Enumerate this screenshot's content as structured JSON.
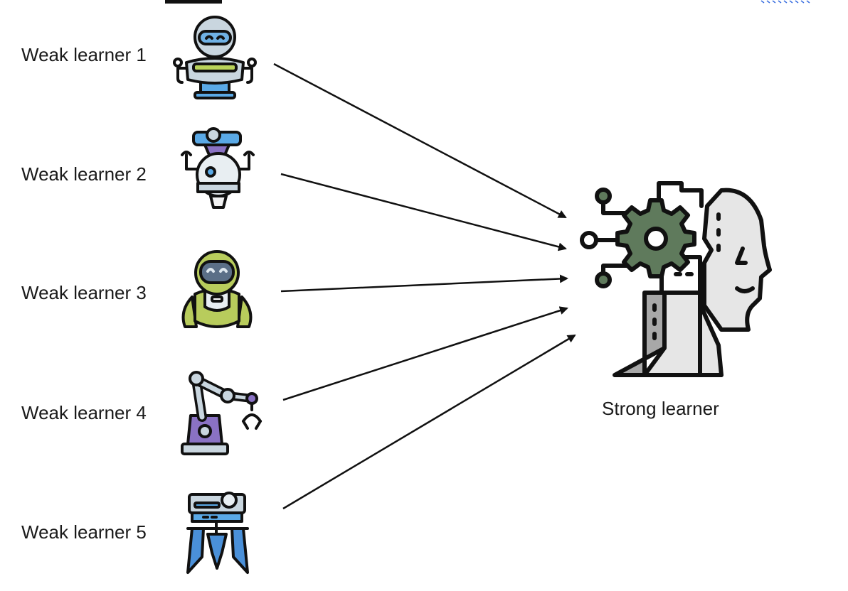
{
  "weak_learners": [
    {
      "label": "Weak learner 1"
    },
    {
      "label": "Weak learner 2"
    },
    {
      "label": "Weak learner 3"
    },
    {
      "label": "Weak learner 4"
    },
    {
      "label": "Weak learner 5"
    }
  ],
  "strong_learner": {
    "label": "Strong learner"
  },
  "colors": {
    "arrow": "#111111",
    "gear": "#5f7a5c",
    "robot1": "#c9d6df",
    "robot1_accent": "#b9d35a",
    "robot2_blue": "#5aa9e6",
    "robot2_purple": "#8a72c4",
    "robot3": "#b8cc5c",
    "robot4_purple": "#8a72c4",
    "robot5_blue": "#4a90d9",
    "face": "#e6e6e6",
    "body_gray": "#a8a8a8"
  },
  "icons": {
    "robot1": "robot-icon",
    "robot2": "robot-icon",
    "robot3": "robot-icon",
    "robot4": "robot-arm-icon",
    "robot5": "robot-claw-icon",
    "strong": "ai-head-gear-icon"
  }
}
